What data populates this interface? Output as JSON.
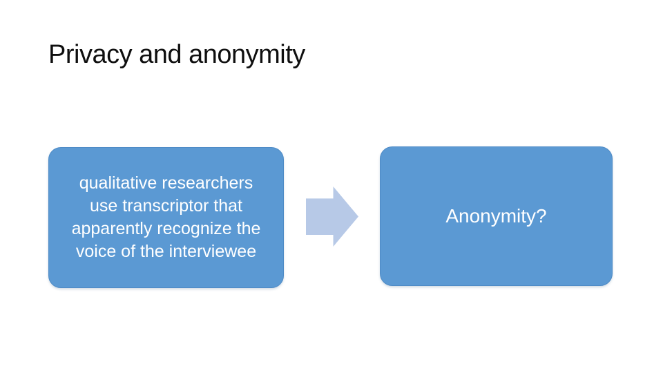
{
  "slide": {
    "title": "Privacy and anonymity",
    "left_box": {
      "full_text": "qualitative researchers use transcriptor that apparently recognize the voice of the interviewee",
      "lines": [
        "qualitative researchers",
        "use transcriptor that",
        "apparently recognize the",
        "voice of the interviewee"
      ]
    },
    "right_box": {
      "label": "Anonymity?"
    },
    "arrow": {
      "direction": "right",
      "name": "right-arrow"
    },
    "colors": {
      "background": "#ffffff",
      "title_text": "#0f0f0f",
      "box_fill": "#5b99d3",
      "box_border": "#4e8bc6",
      "box_text": "#ffffff",
      "arrow_fill": "#b7c9e7"
    }
  }
}
